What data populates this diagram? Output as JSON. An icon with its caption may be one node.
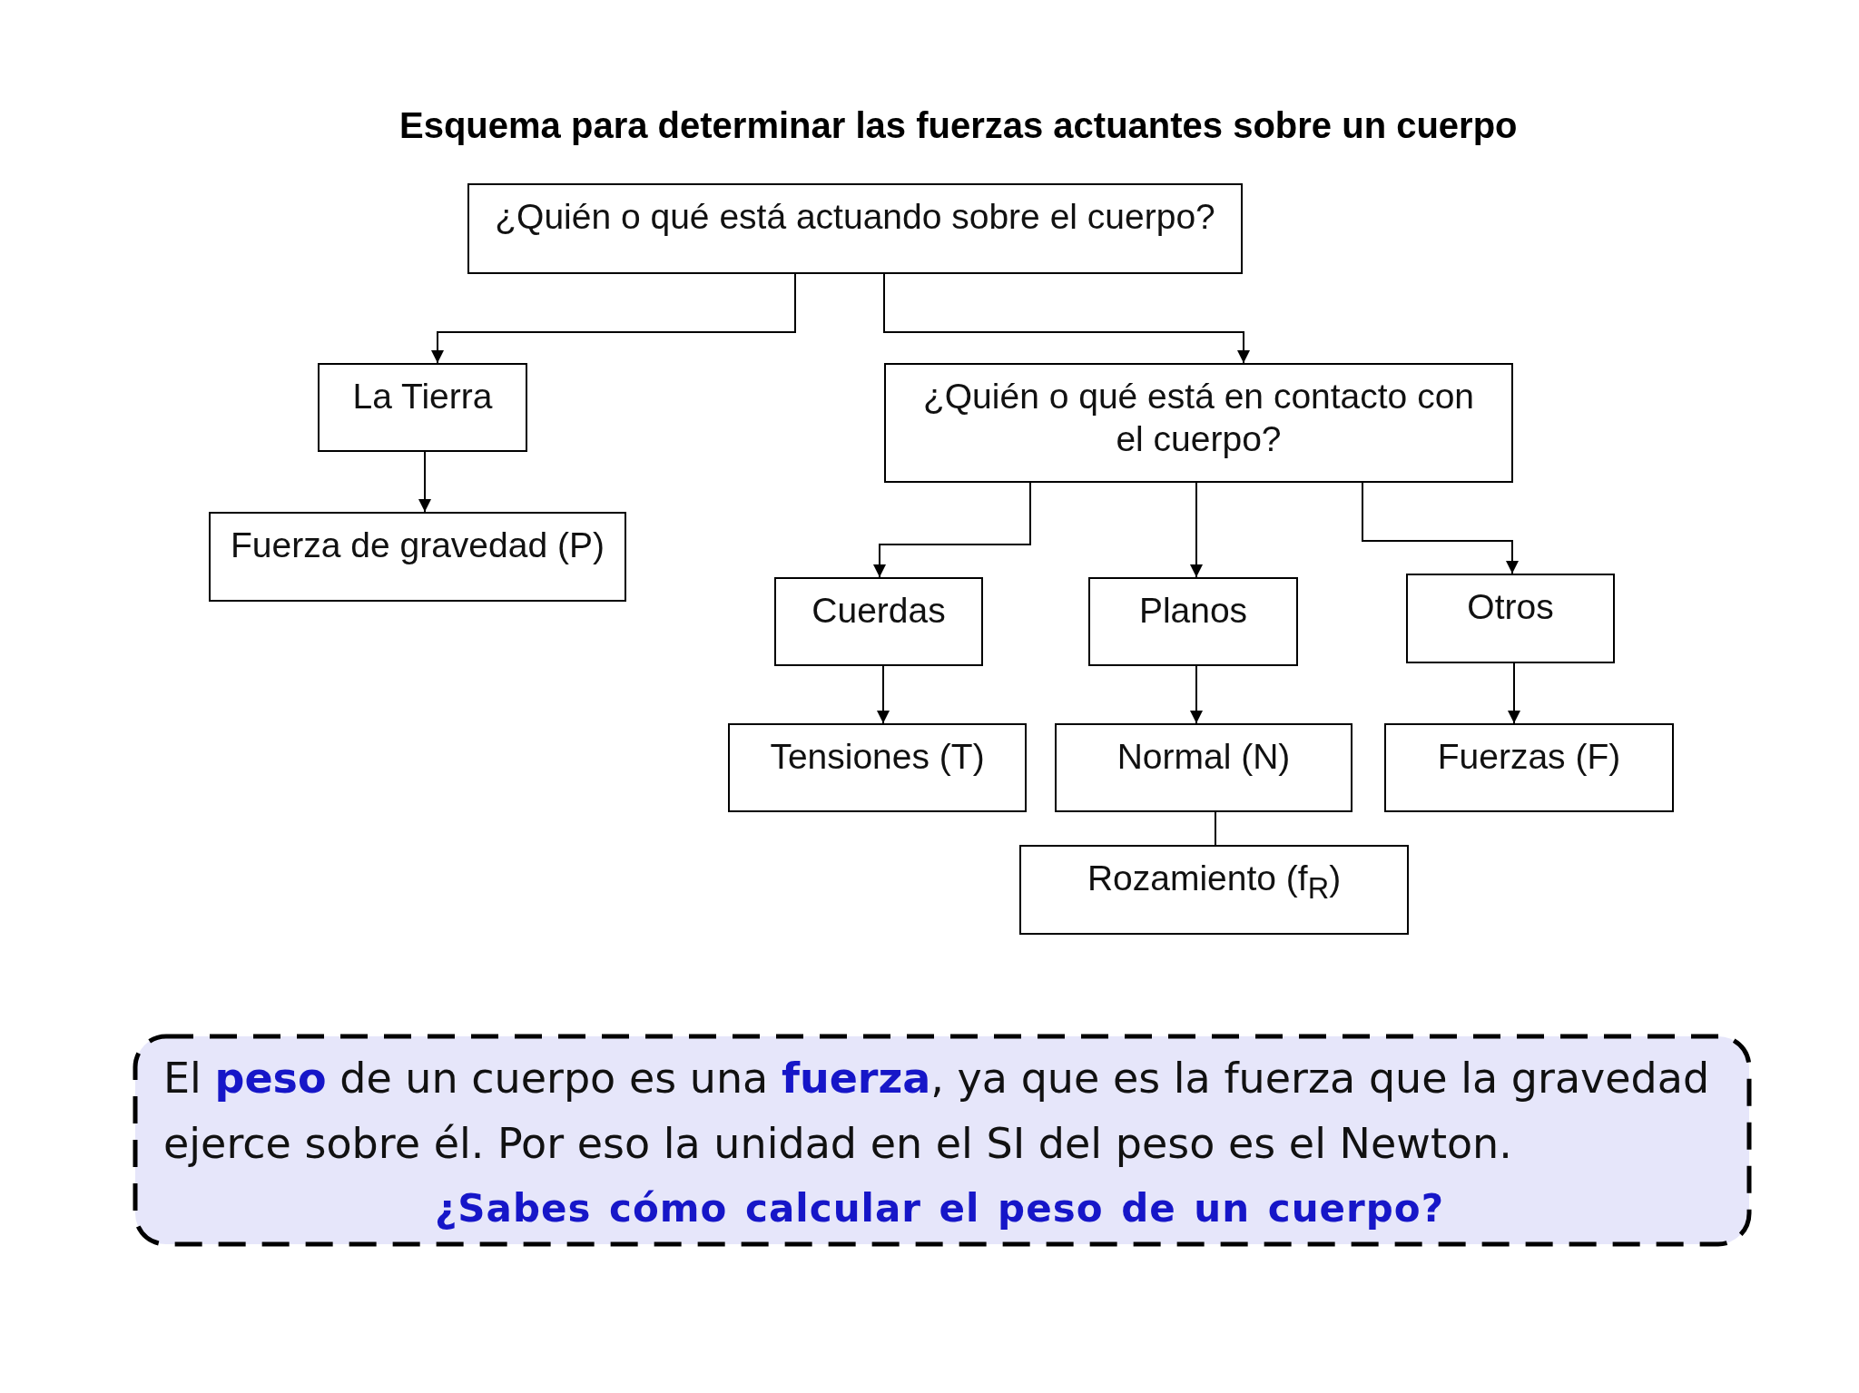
{
  "diagram": {
    "title": "Esquema para determinar las fuerzas actuantes sobre un cuerpo",
    "nodes": [
      {
        "text": [
          "¿Quién o qué está actuando sobre el cuerpo?"
        ]
      },
      {
        "text": [
          "La Tierra"
        ]
      },
      {
        "text": [
          "¿Quién o qué está en contacto con el cuerpo?"
        ]
      },
      {
        "text": [
          "Fuerza de gravedad (P)"
        ]
      },
      {
        "text": [
          "Cuerdas"
        ]
      },
      {
        "text": [
          "Planos"
        ]
      },
      {
        "text": [
          "Otros"
        ]
      },
      {
        "text": [
          "Tensiones (T)"
        ]
      },
      {
        "text": [
          "Normal (N)"
        ]
      },
      {
        "text": [
          "Fuerzas (F)"
        ]
      },
      {
        "text": [
          "Rozamiento (f$_{R}$)"
        ]
      },
      {
        "text": [
          "El **peso** de un cuerpo es una **fuerza**, ya que es la fuerza que la gravedad ejerce sobre él. Por eso la unidad en el SI del peso es el Newton.",
          "¿Sabes cómo calcular el peso de un cuerpo?"
        ]
      }
    ],
    "edges": [
      {
        "from": 0,
        "to": 1,
        "arrow": "to"
      },
      {
        "from": 0,
        "to": 2,
        "arrow": "to"
      },
      {
        "from": 1,
        "to": 3,
        "arrow": "to"
      },
      {
        "from": 2,
        "to": 4,
        "arrow": "to"
      },
      {
        "from": 2,
        "to": 5,
        "arrow": "to"
      },
      {
        "from": 2,
        "to": 6,
        "arrow": "to"
      },
      {
        "from": 4,
        "to": 7,
        "arrow": "to"
      },
      {
        "from": 5,
        "to": 8,
        "arrow": "to"
      },
      {
        "from": 6,
        "to": 9,
        "arrow": "to"
      },
      {
        "from": 8,
        "to": 10,
        "arrow": "none"
      }
    ]
  }
}
